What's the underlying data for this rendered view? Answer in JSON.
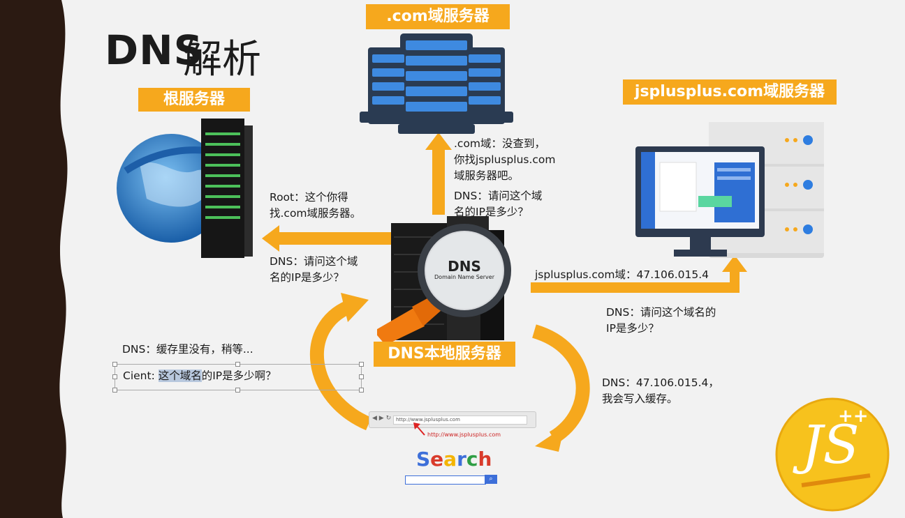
{
  "title": {
    "dns": "DNS",
    "zh": "解析"
  },
  "badges": {
    "com_server": ".com域服务器",
    "root_server": "根服务器",
    "jsplusplus_server": "jsplusplus.com域服务器",
    "local_server": "DNS本地服务器"
  },
  "dns_logo": {
    "main": "DNS",
    "sub": "Domain Name Server"
  },
  "notes": {
    "com_reply": [
      ".com域：没查到，",
      "你找jsplusplus.com",
      "域服务器吧。"
    ],
    "dns_ask_com": [
      "DNS：请问这个域",
      "名的IP是多少？"
    ],
    "root_reply": [
      "Root：这个你得",
      "找.com域服务器。"
    ],
    "dns_ask_root": [
      "DNS：请问这个域",
      "名的IP是多少？"
    ],
    "jsplus_reply": "jsplusplus.com域：47.106.015.4",
    "dns_ask_jsplus": [
      "DNS：请问这个域名的",
      "IP是多少？"
    ],
    "dns_cache_wait": "DNS：缓存里没有，稍等...",
    "client_prefix": "Cient: ",
    "client_highlight": "这个域名",
    "client_suffix": "的IP是多少啊？",
    "dns_answer": [
      "DNS：47.106.015.4，",
      "我会写入缓存。"
    ]
  },
  "browser": {
    "address": "http://www.jsplusplus.com",
    "red_url": "http://www.jsplusplus.com",
    "search_letters": [
      "S",
      "e",
      "a",
      "r",
      "c",
      "h"
    ],
    "search_colors": [
      "#3d6fd9",
      "#d93b2b",
      "#f4b400",
      "#3d6fd9",
      "#2f9e44",
      "#d93b2b"
    ]
  },
  "logo": {
    "text": "JS",
    "plus": "++"
  },
  "colors": {
    "accent": "#f6a81d",
    "text": "#1a1a1a",
    "logo_yellow": "#f7c21d",
    "server_blue": "#1f63a8"
  }
}
